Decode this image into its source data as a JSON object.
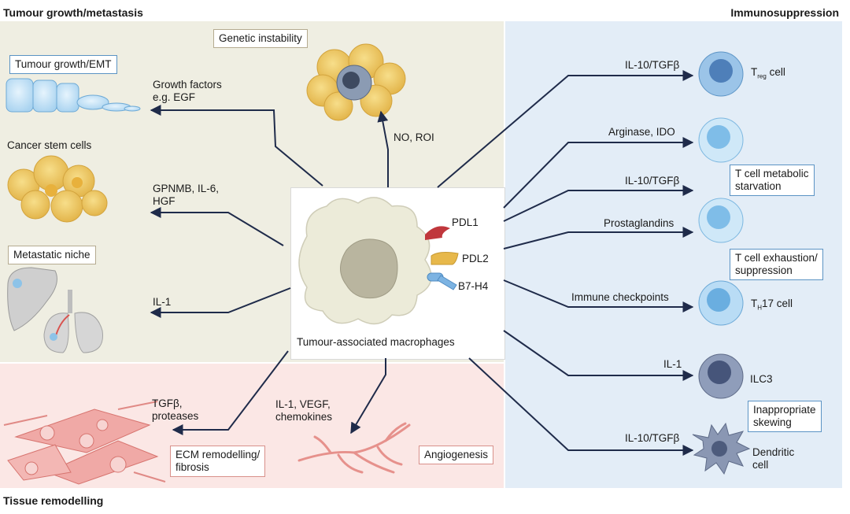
{
  "sections": {
    "tumour": "Tumour growth/metastasis",
    "immuno": "Immunosuppression",
    "tissue": "Tissue remodelling"
  },
  "center": {
    "label": "Tumour-associated macrophages"
  },
  "markers": [
    "PDL1",
    "PDL2",
    "B7-H4"
  ],
  "left": {
    "genetic_instability": "Genetic instability",
    "no_roi": "NO, ROI",
    "tumour_growth_emt": "Tumour growth/EMT",
    "growth_factors": [
      "Growth factors",
      "e.g. EGF"
    ],
    "cancer_stem_cells": "Cancer stem cells",
    "gpnmb": [
      "GPNMB, IL-6,",
      "HGF"
    ],
    "metastatic_niche": "Metastatic niche",
    "il1": "IL-1"
  },
  "bottom": {
    "tgfb": [
      "TGFβ,",
      "proteases"
    ],
    "il1_vegf": [
      "IL-1, VEGF,",
      "chemokines"
    ],
    "ecm": [
      "ECM remodelling/",
      "fibrosis"
    ],
    "angiogenesis": "Angiogenesis"
  },
  "right": {
    "signals": [
      "IL-10/TGFβ",
      "Arginase, IDO",
      "IL-10/TGFβ",
      "Prostaglandins",
      "Immune checkpoints",
      "IL-1",
      "IL-10/TGFβ"
    ],
    "treg": {
      "main": "T",
      "sub": "reg",
      "rest": " cell"
    },
    "th17": {
      "main": "T",
      "sub": "H",
      "rest": "17 cell"
    },
    "ilc3": "ILC3",
    "dendritic": [
      "Dendritic",
      "cell"
    ],
    "metabolic_box": [
      "T cell metabolic",
      "starvation"
    ],
    "exhaustion_box": [
      "T cell exhaustion/",
      "suppression"
    ],
    "skewing_box": [
      "Inappropriate",
      "skewing"
    ]
  },
  "colors": {
    "tan_region": "#efeee2",
    "blue_region": "#e3edf7",
    "pink_region": "#fbe7e5",
    "arrow": "#1f2b4a"
  }
}
